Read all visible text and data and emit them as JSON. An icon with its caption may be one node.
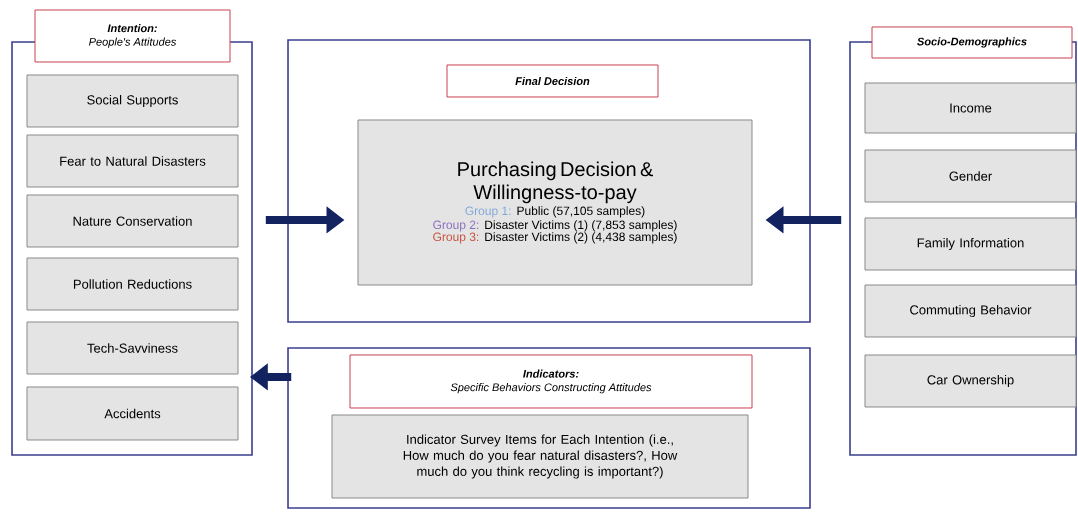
{
  "diagram": {
    "nodes": [
      {
        "text": [
          "Intention:",
          "People's Attitudes"
        ]
      },
      {
        "text": [
          "Social Supports"
        ],
        "in": 0
      },
      {
        "text": [
          "Fear to Natural Disasters"
        ],
        "in": 0
      },
      {
        "text": [
          "Nature Conservation"
        ],
        "in": 0
      },
      {
        "text": [
          "Pollution Reductions"
        ],
        "in": 0
      },
      {
        "text": [
          "Tech-Savviness"
        ],
        "in": 0
      },
      {
        "text": [
          "Accidents"
        ],
        "in": 0
      },
      {
        "text": [
          "Final Decision"
        ]
      },
      {
        "text": [
          "Purchasing Decision & Willingness-to-pay",
          "Group 1:",
          "Public (57,105 samples)",
          "Group 2:",
          "Disaster Victims (1) (7,853 samples)",
          "Group 3:",
          "Disaster Victims (2) (4,438 samples)"
        ],
        "in": 7
      },
      {
        "text": [
          "Indicators:",
          "Specific Behaviors Constructing Attitudes"
        ]
      },
      {
        "text": [
          "Indicator Survey Items for Each Intention (i.e., How much do you fear natural disasters?, How much do you think recycling is important?)"
        ],
        "in": 9
      },
      {
        "text": [
          "Socio-Demographics"
        ]
      },
      {
        "text": [
          "Income"
        ],
        "in": 11
      },
      {
        "text": [
          "Gender"
        ],
        "in": 11
      },
      {
        "text": [
          "Family Information"
        ],
        "in": 11
      },
      {
        "text": [
          "Commuting Behavior"
        ],
        "in": 11
      },
      {
        "text": [
          "Car Ownership"
        ],
        "in": 11
      }
    ],
    "edges": [
      {
        "from": 0,
        "to": 8,
        "arrow": "to"
      },
      {
        "from": 11,
        "to": 8,
        "arrow": "to"
      },
      {
        "from": 9,
        "to": 0,
        "arrow": "to"
      }
    ]
  }
}
